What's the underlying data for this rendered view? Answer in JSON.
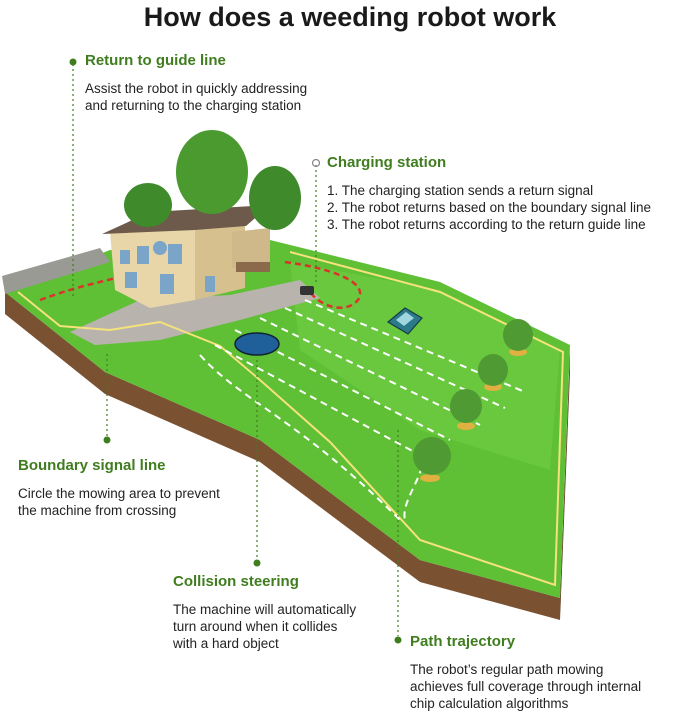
{
  "title": "How does a weeding robot work",
  "colors": {
    "accent_green": "#3f7d1f",
    "lawn": "#5fbf35",
    "soil": "#7a5232",
    "boundary_line": "#f5e27a",
    "guide_line": "#d9342b"
  },
  "annotations": {
    "return_guide": {
      "heading": "Return to guide line",
      "lines": [
        "Assist the robot in quickly addressing",
        "and returning to the charging station"
      ]
    },
    "charging_station": {
      "heading": "Charging station",
      "lines": [
        "1. The charging station sends a return signal",
        "2. The robot returns based on the boundary signal line",
        "3. The robot returns according to the return guide line"
      ]
    },
    "boundary_signal": {
      "heading": "Boundary signal line",
      "lines": [
        "Circle the mowing area to prevent",
        "the machine from crossing"
      ]
    },
    "collision_steering": {
      "heading": "Collision steering",
      "lines": [
        "The machine will automatically",
        "turn around when it collides",
        "with a hard object"
      ]
    },
    "path_trajectory": {
      "heading": "Path trajectory",
      "lines": [
        "The robot’s regular path mowing",
        "achieves full coverage through internal",
        "chip calculation algorithms"
      ]
    }
  }
}
